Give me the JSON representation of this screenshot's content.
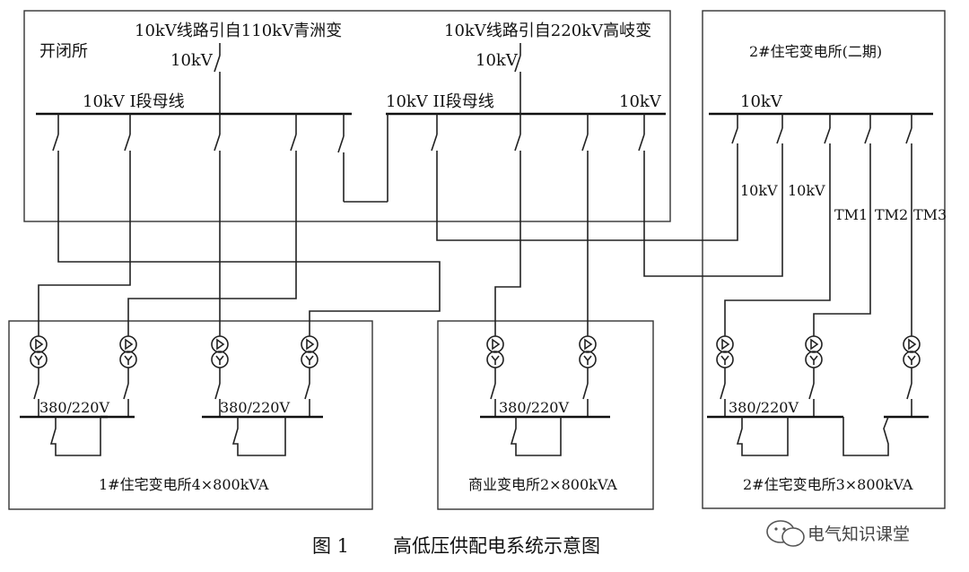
{
  "labels": {
    "switching_station": "开闭所",
    "incoming_line_1": "10kV线路引自110kV青洲变",
    "incoming_line_2": "10kV线路引自220kV高岐变",
    "incoming_voltage_1": "10kV",
    "incoming_voltage_2": "10kV",
    "bus_section_1": "10kV I段母线",
    "bus_section_2": "10kV II段母线",
    "bus_10kv_right": "10kV",
    "residential_sub2_phase2": "2#住宅变电所(二期)",
    "sub2_bus": "10kV",
    "sub2_feeder_a": "10kV",
    "sub2_feeder_b": "10kV",
    "tm1": "TM1",
    "tm2": "TM2",
    "tm3": "TM3",
    "lv_sub1_a": "380/220V",
    "lv_sub1_b": "380/220V",
    "lv_commercial": "380/220V",
    "lv_sub2": "380/220V",
    "residential_sub1": "1#住宅变电所4×800kVA",
    "commercial_sub": "商业变电所2×800kVA",
    "residential_sub2": "2#住宅变电所3×800kVA"
  },
  "caption": {
    "figure_no": "图 1",
    "title": "高低压供配电系统示意图"
  },
  "watermark": "电气知识课堂"
}
